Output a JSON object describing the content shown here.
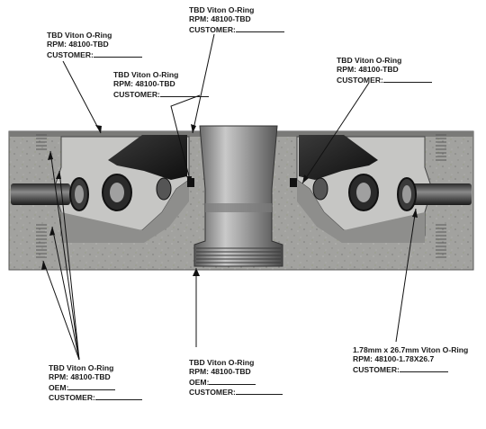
{
  "labels": {
    "top_left": {
      "line1": "TBD Viton O-Ring",
      "line2": "RPM: 48100-TBD",
      "line3": "CUSTOMER:"
    },
    "top_center": {
      "line1": "TBD Viton O-Ring",
      "line2": "RPM: 48100-TBD",
      "line3": "CUSTOMER:"
    },
    "mid_left": {
      "line1": "TBD Viton O-Ring",
      "line2": "RPM: 48100-TBD",
      "line3": "CUSTOMER:"
    },
    "top_right": {
      "line1": "TBD Viton O-Ring",
      "line2": "RPM: 48100-TBD",
      "line3": "CUSTOMER:"
    },
    "bottom_left": {
      "line1": "TBD Viton O-Ring",
      "line2": "RPM: 48100-TBD",
      "line3": "OEM:",
      "line4": "CUSTOMER:"
    },
    "bottom_center": {
      "line1": "TBD Viton O-Ring",
      "line2": "RPM: 48100-TBD",
      "line3": "OEM:",
      "line4": "CUSTOMER:"
    },
    "bottom_right": {
      "line1": "1.78mm x 26.7mm Viton O-Ring",
      "line2": "RPM: 48100-1.78X26.7",
      "line3": "CUSTOMER:"
    }
  },
  "colors": {
    "housing": "#9a9a98",
    "housing_dark": "#6e6e6c",
    "cavity": "#1c1c1c",
    "leader": "#111111"
  }
}
